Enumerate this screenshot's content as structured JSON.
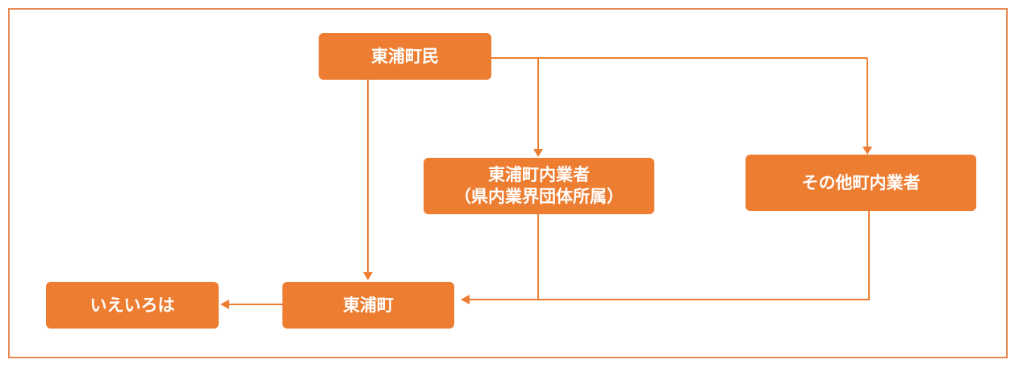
{
  "nodes": {
    "residents": {
      "label": "東浦町民"
    },
    "local_business": {
      "line1": "東浦町内業者",
      "line2": "（県内業界団体所属）"
    },
    "other_business": {
      "label": "その他町内業者"
    },
    "town": {
      "label": "東浦町"
    },
    "ieiroha": {
      "label": "いえいろは"
    }
  },
  "colors": {
    "node_fill": "#ed7d31",
    "node_text": "#ffffff",
    "frame_border": "#e88a52",
    "connector": "#ed7d31"
  }
}
